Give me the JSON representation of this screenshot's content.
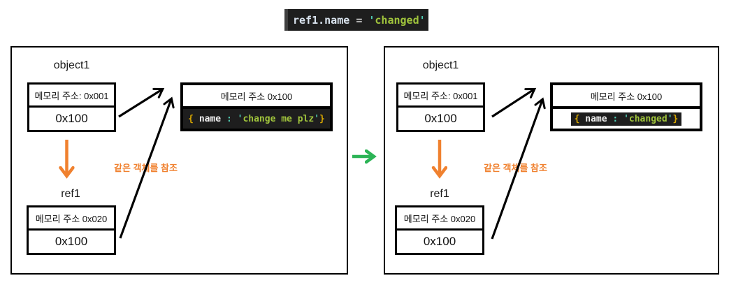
{
  "top_code": {
    "lhs": "ref1.name ",
    "operator": "= ",
    "quote": "'",
    "value": "changed"
  },
  "colors": {
    "orange_accent": "#F0812F",
    "green_accent": "#2CB456",
    "code_background": "#1E1E1E",
    "code_string_green": "#A0C43C",
    "code_brace_gold": "#D8A700",
    "code_quote_teal": "#4EC9B0"
  },
  "panels": [
    {
      "name": "before",
      "object_label": "object1",
      "object_box": {
        "address_row": "메모리 주소: 0x001",
        "value_row": "0x100"
      },
      "ref_label": "ref1",
      "ref_box": {
        "address_row": "메모리 주소 0x020",
        "value_row": "0x100"
      },
      "heap_box": {
        "title": "메모리 주소 0x100",
        "code": {
          "open": "{ ",
          "key": "name",
          "colon": " : ",
          "quote": "'",
          "value": "change me plz",
          "close": "}"
        }
      },
      "note": "같은 객체를 참조"
    },
    {
      "name": "after",
      "object_label": "object1",
      "object_box": {
        "address_row": "메모리 주소: 0x001",
        "value_row": "0x100"
      },
      "ref_label": "ref1",
      "ref_box": {
        "address_row": "메모리 주소 0x020",
        "value_row": "0x100"
      },
      "heap_box": {
        "title": "메모리 주소 0x100",
        "code": {
          "open": "{ ",
          "key": "name",
          "colon": " : ",
          "quote": "'",
          "value": "changed",
          "close": "}"
        }
      },
      "note": "같은 객체를 참조"
    }
  ]
}
